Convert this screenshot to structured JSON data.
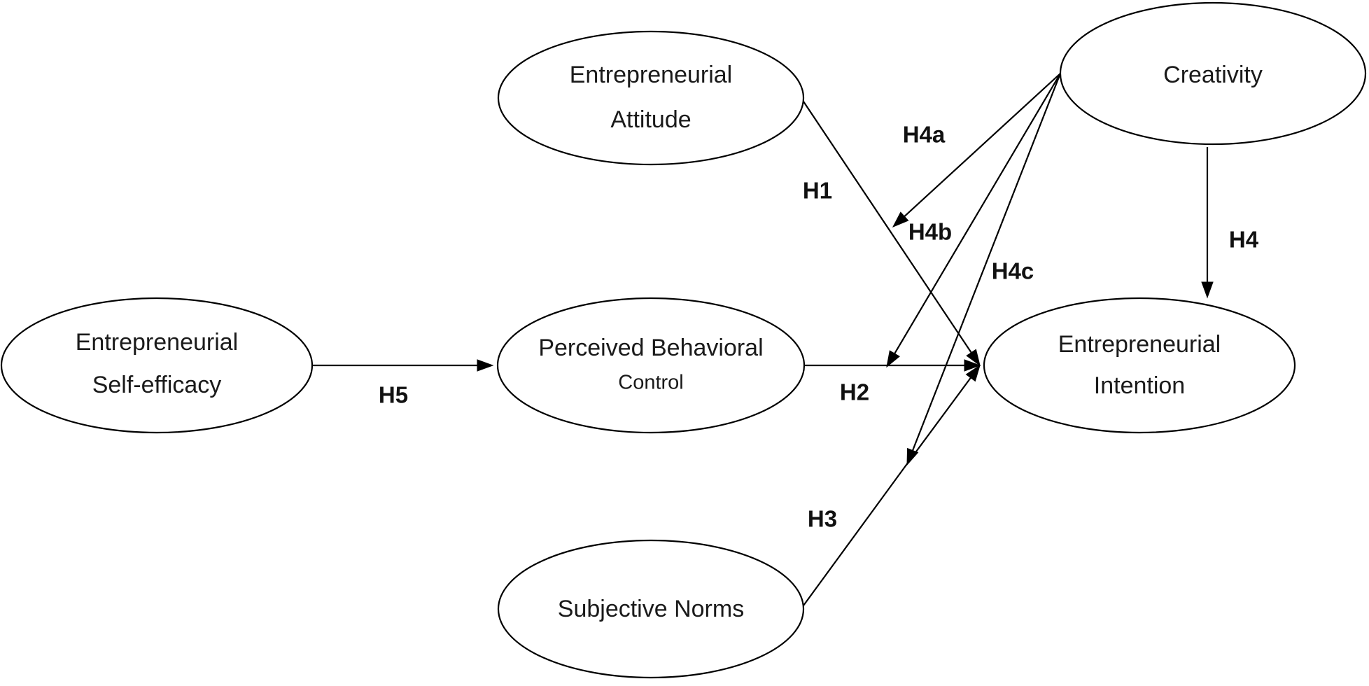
{
  "nodes": [
    {
      "id": "attitude",
      "lines": [
        "Entrepreneurial",
        "Attitude"
      ]
    },
    {
      "id": "creativity",
      "lines": [
        "Creativity"
      ]
    },
    {
      "id": "self-efficacy",
      "lines": [
        "Entrepreneurial",
        "Self-efficacy"
      ]
    },
    {
      "id": "pbc",
      "lines": [
        "Perceived Behavioral",
        "Control"
      ]
    },
    {
      "id": "intention",
      "lines": [
        "Entrepreneurial",
        "Intention"
      ]
    },
    {
      "id": "norms",
      "lines": [
        "Subjective Norms"
      ]
    }
  ],
  "edges": [
    {
      "id": "h1",
      "from": "attitude",
      "to": "intention",
      "label": "H1"
    },
    {
      "id": "h2",
      "from": "pbc",
      "to": "intention",
      "label": "H2"
    },
    {
      "id": "h3",
      "from": "norms",
      "to": "intention",
      "label": "H3"
    },
    {
      "id": "h4",
      "from": "creativity",
      "to": "intention",
      "label": "H4"
    },
    {
      "id": "h4a",
      "from": "creativity",
      "to": "h1",
      "label": "H4a"
    },
    {
      "id": "h4b",
      "from": "creativity",
      "to": "h2",
      "label": "H4b"
    },
    {
      "id": "h4c",
      "from": "creativity",
      "to": "h3",
      "label": "H4c"
    },
    {
      "id": "h5",
      "from": "self-efficacy",
      "to": "pbc",
      "label": "H5"
    }
  ]
}
